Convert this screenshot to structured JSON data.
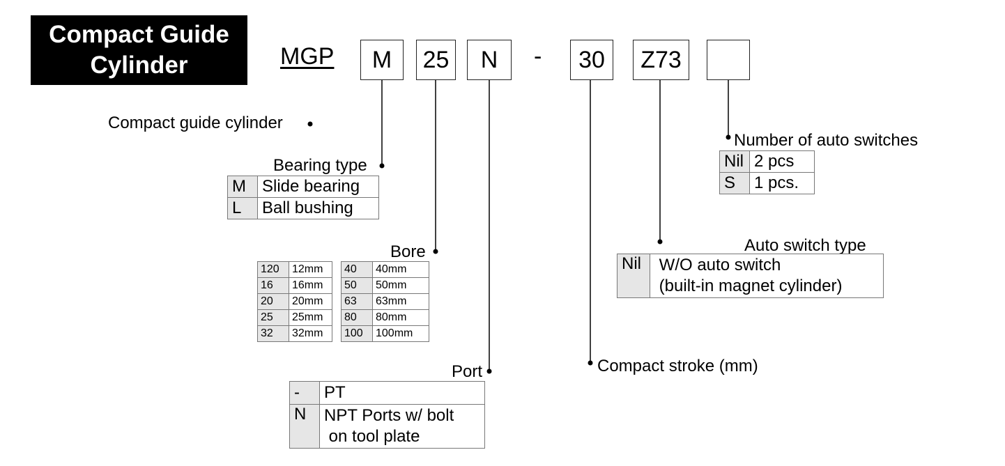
{
  "title": {
    "line1": "Compact Guide",
    "line2": "Cylinder"
  },
  "model": {
    "prefix": "MGP",
    "codes": [
      "M",
      "25",
      "N",
      "30",
      "Z73",
      ""
    ],
    "dash": "-"
  },
  "labels": {
    "compact_guide_cylinder": "Compact guide cylinder",
    "bearing_type": "Bearing type",
    "bore": "Bore",
    "port": "Port",
    "compact_stroke": "Compact stroke (mm)",
    "auto_switch_type": "Auto switch type",
    "num_auto_switches": "Number of auto switches"
  },
  "bearing_table": [
    {
      "code": "M",
      "desc": "Slide bearing"
    },
    {
      "code": "L",
      "desc": "Ball bushing"
    }
  ],
  "bore_table_left": [
    {
      "code": "120",
      "size": "12mm"
    },
    {
      "code": "16",
      "size": "16mm"
    },
    {
      "code": "20",
      "size": "20mm"
    },
    {
      "code": "25",
      "size": "25mm"
    },
    {
      "code": "32",
      "size": "32mm"
    }
  ],
  "bore_table_right": [
    {
      "code": "40",
      "size": "40mm"
    },
    {
      "code": "50",
      "size": "50mm"
    },
    {
      "code": "63",
      "size": "63mm"
    },
    {
      "code": "80",
      "size": "80mm"
    },
    {
      "code": "100",
      "size": "100mm"
    }
  ],
  "port_table": [
    {
      "code": "-",
      "desc_lines": [
        "PT"
      ]
    },
    {
      "code": "N",
      "desc_lines": [
        "NPT Ports w/ bolt",
        " on tool plate"
      ]
    }
  ],
  "auto_switch_table": [
    {
      "code": "Nil",
      "desc_lines": [
        " W/O auto switch",
        " (built-in magnet cylinder)"
      ]
    }
  ],
  "num_switches_table": [
    {
      "code": "Nil",
      "desc": "2 pcs"
    },
    {
      "code": "S",
      "desc": "1 pcs."
    }
  ]
}
